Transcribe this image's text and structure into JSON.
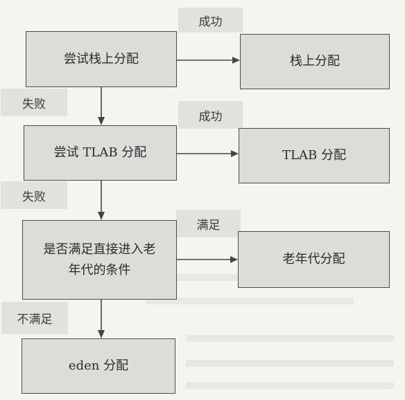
{
  "nodes": {
    "try_stack": "尝试栈上分配",
    "stack_alloc": "栈上分配",
    "try_tlab": "尝试 TLAB 分配",
    "tlab_alloc": "TLAB 分配",
    "check_old": "是否满足直接进入老年代的条件",
    "old_alloc": "老年代分配",
    "eden_alloc": "eden 分配"
  },
  "edges": {
    "success_1": "成功",
    "fail_1": "失败",
    "success_2": "成功",
    "fail_2": "失败",
    "satisfied": "满足",
    "not_satisfied": "不满足"
  }
}
